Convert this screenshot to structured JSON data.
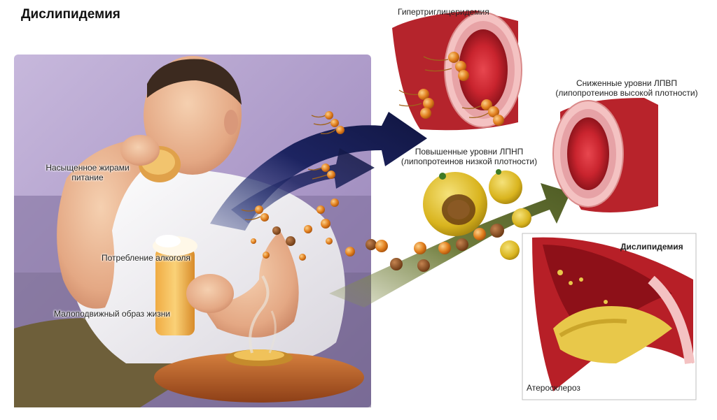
{
  "title": "Дислипидемия",
  "labels": {
    "saturated_fat": [
      "Насыщенное жирами",
      "питание"
    ],
    "alcohol": "Потребление алкоголя",
    "sedentary": "Малоподвижный образ жизни",
    "hypertriglyceridemia": "Гипертриглицеридемия",
    "high_ldl": [
      "Повышенные уровни ЛПНП",
      "(липопротеинов низкой плотности)"
    ],
    "low_hdl": [
      "Сниженные уровни ЛПВП",
      "(липопротеинов высокой плотности)"
    ],
    "inset_title": "Дислипидемия",
    "atherosclerosis": "Атеросклероз"
  },
  "colors": {
    "background_purple": "#b7a6cf",
    "vessel_red": "#c0242c",
    "vessel_wall": "#f2b8b8",
    "arrow_navy": "#1c2256",
    "arrow_olive": "#6b7a3a",
    "lipid_orange": "#d9761a",
    "ldl_yellow": "#e5c22a",
    "plaque_yellow": "#e8c84a"
  }
}
